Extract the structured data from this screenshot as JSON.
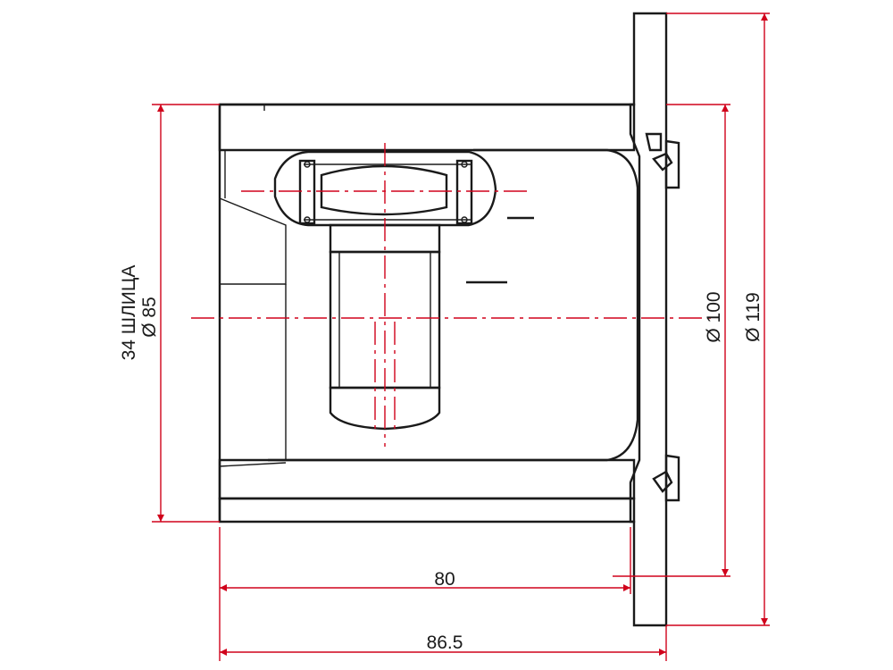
{
  "drawing": {
    "dimensions": {
      "length_inner": "80",
      "length_overall": "86.5",
      "diameter_bore": "Ø 100",
      "diameter_flange": "Ø 119",
      "spline_count": "34 ШЛИЦА",
      "spline_diameter": "Ø 85"
    },
    "colors": {
      "outline": "#1a1a1a",
      "dimension": "#d0021b",
      "background": "#ffffff"
    }
  }
}
